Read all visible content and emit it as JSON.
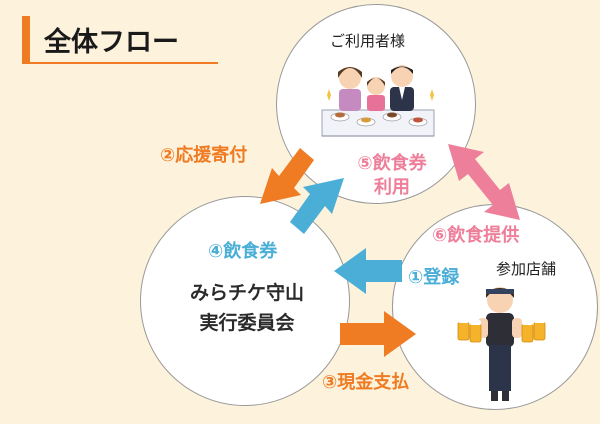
{
  "header": {
    "title": "全体フロー"
  },
  "nodes": {
    "users": {
      "label": "ご利用者様"
    },
    "committee": {
      "line1": "みらチケ守山",
      "line2": "実行委員会"
    },
    "shop": {
      "label": "参加店舗"
    }
  },
  "steps": {
    "s1": {
      "num": "①",
      "text": "登録"
    },
    "s2": {
      "num": "②",
      "text": "応援寄付"
    },
    "s3": {
      "num": "③",
      "text": "現金支払"
    },
    "s4": {
      "num": "④",
      "text": "飲食券"
    },
    "s5": {
      "num": "⑤",
      "line1": "飲食券",
      "line2": "利用"
    },
    "s6": {
      "num": "⑥",
      "text": "飲食提供"
    }
  },
  "colors": {
    "accent": "#ef7b22",
    "blue": "#4aaed6",
    "pink": "#ee7f9a",
    "background": "#fdf2dc"
  }
}
